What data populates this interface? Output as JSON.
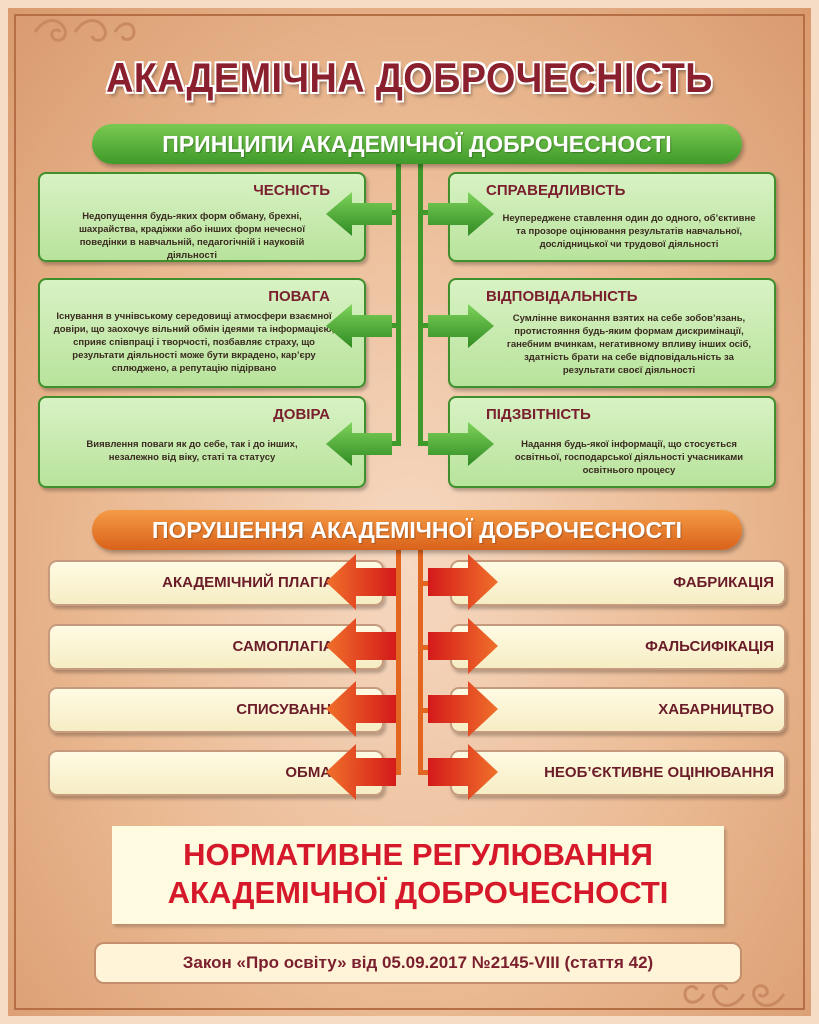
{
  "title": "АКАДЕМІЧНА ДОБРОЧЕСНІСТЬ",
  "principles_banner": "ПРИНЦИПИ АКАДЕМІЧНОЇ ДОБРОЧЕСНОСТІ",
  "principles": [
    {
      "title": "ЧЕСНІСТЬ",
      "text": "Недопущення будь-яких форм обману, брехні, шахрайства, крадіжки або інших форм нечесної поведінки в навчальній, педагогічній і науковій діяльності"
    },
    {
      "title": "СПРАВЕДЛИВІСТЬ",
      "text": "Неупереджене ставлення один до одного, об’єктивне та прозоре оцінювання результатів навчальної, дослідницької чи трудової діяльності"
    },
    {
      "title": "ПОВАГА",
      "text": "Існування в учнівському середовищі атмосфери взаємної довіри, що заохочує вільний обмін ідеями та інформацією, сприяє співпраці і творчості, позбавляє страху, що результати діяльності може бути вкрадено, кар’єру сплюджено, а репутацію підірвано"
    },
    {
      "title": "ВІДПОВІДАЛЬНІСТЬ",
      "text": "Сумлінне виконання взятих на себе зобов’язань, протистояння будь-яким формам дискримінації, ганебним вчинкам, негативному впливу інших осіб, здатність брати на себе відповідальність за результати своєї діяльності"
    },
    {
      "title": "ДОВІРА",
      "text": "Виявлення поваги як до себе, так і до інших, незалежно від віку, статі та статусу"
    },
    {
      "title": "ПІДЗВІТНІСТЬ",
      "text": "Надання будь-якої інформації, що стосується освітньої, господарської діяльності учасниками освітнього процесу"
    }
  ],
  "violations_banner": "ПОРУШЕННЯ АКАДЕМІЧНОЇ ДОБРОЧЕСНОСТІ",
  "violations_left": [
    "АКАДЕМІЧНИЙ ПЛАГІАТ",
    "САМОПЛАГІАТ",
    "СПИСУВАННЯ",
    "ОБМАН"
  ],
  "violations_right": [
    "ФАБРИКАЦІЯ",
    "ФАЛЬСИФІКАЦІЯ",
    "ХАБАРНИЦТВО",
    "НЕОБ’ЄКТИВНЕ ОЦІНЮВАННЯ"
  ],
  "regulation": {
    "line1": "НОРМАТИВНЕ РЕГУЛЮВАННЯ",
    "line2": "АКАДЕМІЧНОЇ ДОБРОЧЕСНОСТІ"
  },
  "law": "Закон «Про освіту» від 05.09.2017 №2145-VIII (стаття 42)",
  "colors": {
    "green": "#3f9a2a",
    "orange": "#e2661f",
    "title": "#8a1f2e",
    "regulation": "#d6192a"
  }
}
